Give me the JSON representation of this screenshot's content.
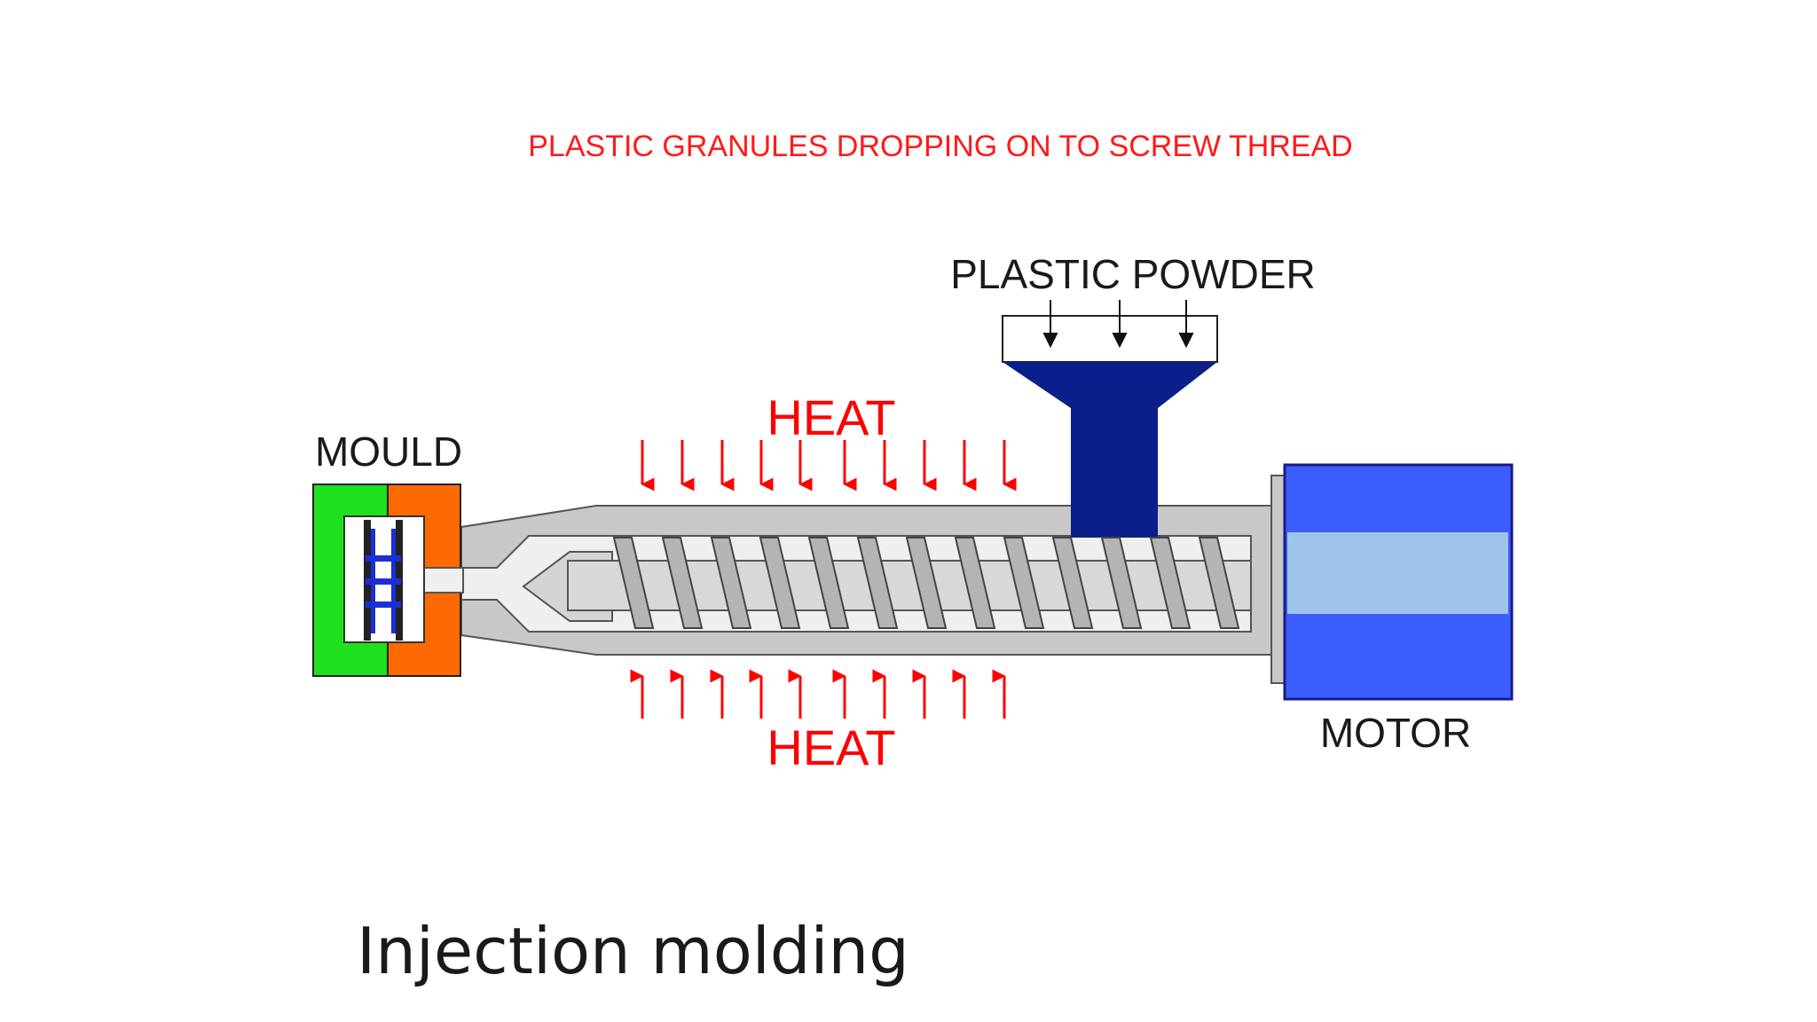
{
  "slide": {
    "banner": "PLASTIC GRANULES DROPPING ON TO SCREW THREAD",
    "caption": "Injection molding"
  },
  "diagram": {
    "labels": {
      "plastic_powder": "PLASTIC POWDER",
      "heat_top": "HEAT",
      "heat_bottom": "HEAT",
      "mould": "MOULD",
      "motor": "MOTOR"
    },
    "colors": {
      "banner_text": "#ff1a1a",
      "heat": "#ff0000",
      "hopper": "#0a1f8a",
      "motor_body": "#3d5eff",
      "motor_band": "#9fc4ea",
      "mould_left": "#1ee01e",
      "mould_right": "#ff6a00",
      "barrel": "#c8c8c8",
      "screw": "#b4b4b4"
    },
    "icons": [
      "heat-arrow-down-icon",
      "heat-arrow-up-icon",
      "powder-arrow-down-icon"
    ]
  }
}
